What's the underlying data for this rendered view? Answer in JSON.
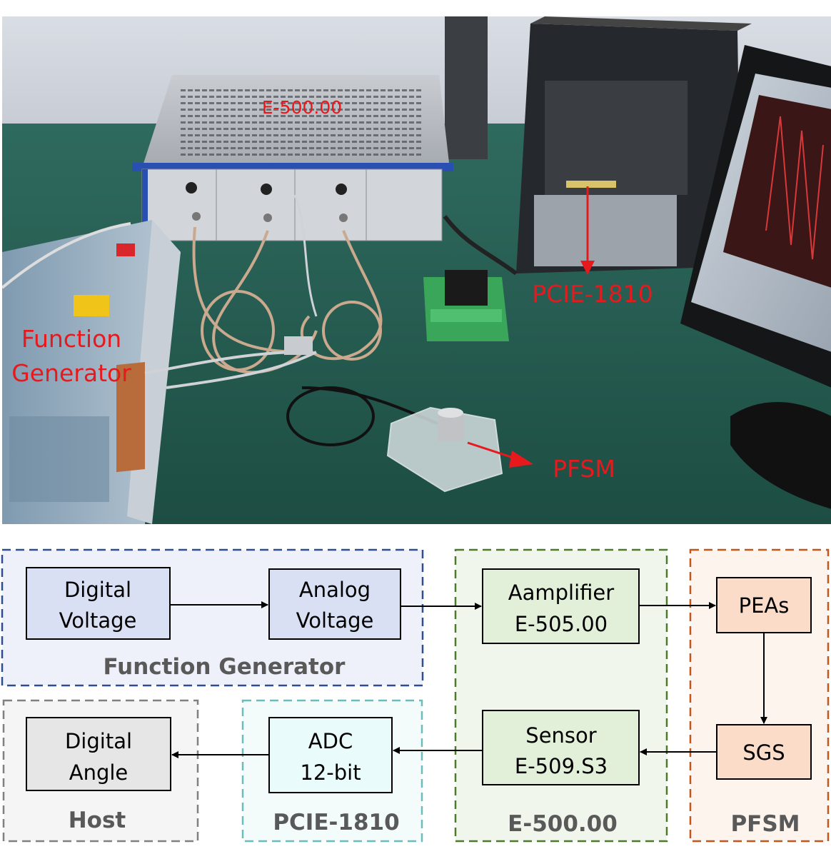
{
  "photo": {
    "labels": {
      "e500": "E-500.00",
      "pcie": "PCIE-1810",
      "function_generator_line1": "Function",
      "function_generator_line2": "Generator",
      "pfsm": "PFSM"
    },
    "label_color": "#e8191d"
  },
  "diagram": {
    "groups": {
      "function_generator": {
        "title": "Function Generator",
        "border": "#2f4e8f",
        "fill": "#eef1fa"
      },
      "e500": {
        "title": "E-500.00",
        "border": "#4d7a2b",
        "fill": "#f1f6ec"
      },
      "pfsm": {
        "title": "PFSM",
        "border": "#c0581c",
        "fill": "#fdf4ee"
      },
      "host": {
        "title": "Host",
        "border": "#808080",
        "fill": "#f5f5f5"
      },
      "pcie": {
        "title": "PCIE-1810",
        "border": "#6bbdbb",
        "fill": "#f4fbfb"
      }
    },
    "blocks": {
      "digital_voltage": {
        "line1": "Digital",
        "line2": "Voltage",
        "fill": "#dae0f4"
      },
      "analog_voltage": {
        "line1": "Analog",
        "line2": "Voltage",
        "fill": "#dae0f4"
      },
      "amplifier": {
        "line1": "Aamplifier",
        "line2": "E-505.00",
        "fill": "#e2efd9"
      },
      "peas": {
        "line1": "PEAs",
        "fill": "#fbdcc8"
      },
      "sgs": {
        "line1": "SGS",
        "fill": "#fbdcc8"
      },
      "sensor": {
        "line1": "Sensor",
        "line2": "E-509.S3",
        "fill": "#e2efd9"
      },
      "adc": {
        "line1": "ADC",
        "line2": "12-bit",
        "fill": "#e9fbfb"
      },
      "digital_angle": {
        "line1": "Digital",
        "line2": "Angle",
        "fill": "#e6e6e6"
      }
    }
  }
}
